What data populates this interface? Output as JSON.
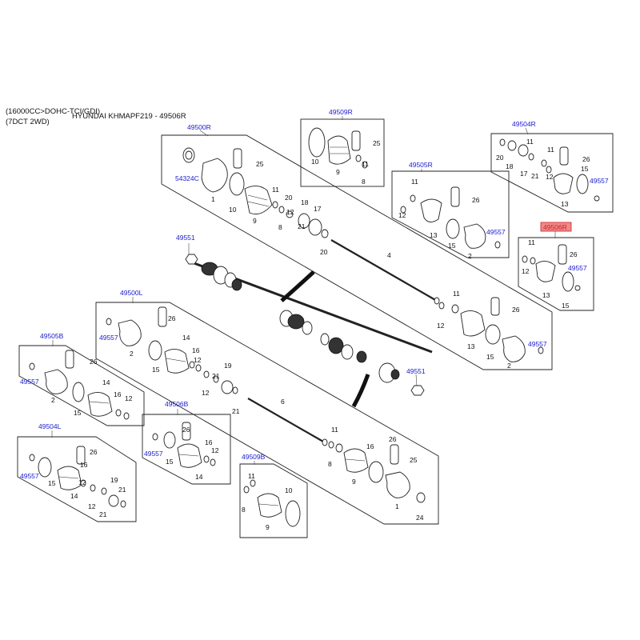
{
  "header": {
    "engine": "(16000CC>DOHC-TCI/GDI)",
    "model": "HYUNDAI KHMAPF219 - 49506R",
    "trans": "(7DCT 2WD)"
  },
  "refs": {
    "r49509R": "49509R",
    "r49500R": "49500R",
    "r49504R": "49504R",
    "r49505R": "49505R",
    "r49506R": "49506R",
    "r49551": "49551",
    "r49500L": "49500L",
    "r49505B": "49505B",
    "r49506B": "49506B",
    "r49504L": "49504L",
    "r49509B": "49509B",
    "r54324C": "54324C",
    "r49557": "49557"
  },
  "parts": {
    "p1": "1",
    "p2": "2",
    "p4": "4",
    "p6": "6",
    "p8": "8",
    "p9": "9",
    "p10": "10",
    "p11": "11",
    "p12": "12",
    "p13": "13",
    "p14": "14",
    "p15": "15",
    "p16": "16",
    "p17": "17",
    "p18": "18",
    "p19": "19",
    "p20": "20",
    "p21": "21",
    "p24": "24",
    "p25": "25",
    "p26": "26"
  },
  "colors": {
    "link": "#1a1acc",
    "highlight_fill": "#f08a8a",
    "highlight_border": "#cc2222"
  },
  "highlighted_ref": "49506R"
}
